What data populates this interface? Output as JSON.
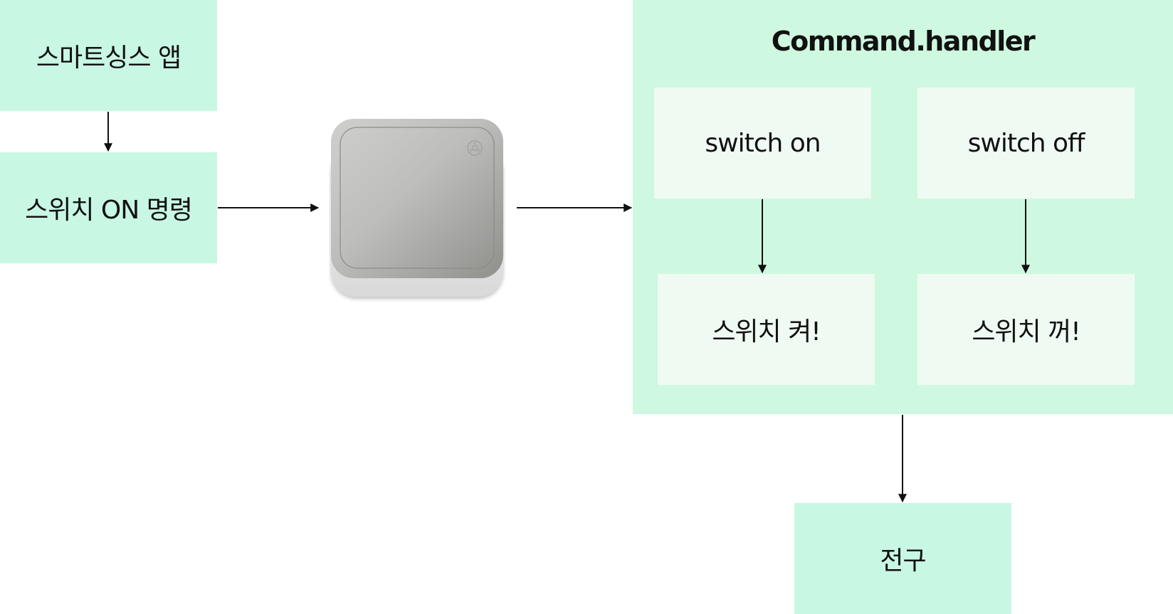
{
  "nodes": {
    "app": "스마트싱스 앱",
    "command": "스위치 ON 명령",
    "handler_title": "Command.handler",
    "switch_on": "switch on",
    "switch_off": "switch off",
    "turn_on": "스위치 켜!",
    "turn_off": "스위치 꺼!",
    "bulb": "전구"
  },
  "colors": {
    "node_fill": "#c8f7e4",
    "handler_fill": "#cef8df",
    "inner_fill": "#effaf3",
    "arrow": "#111111"
  },
  "icons": {
    "hub": "smartthings-hub-device-icon"
  }
}
